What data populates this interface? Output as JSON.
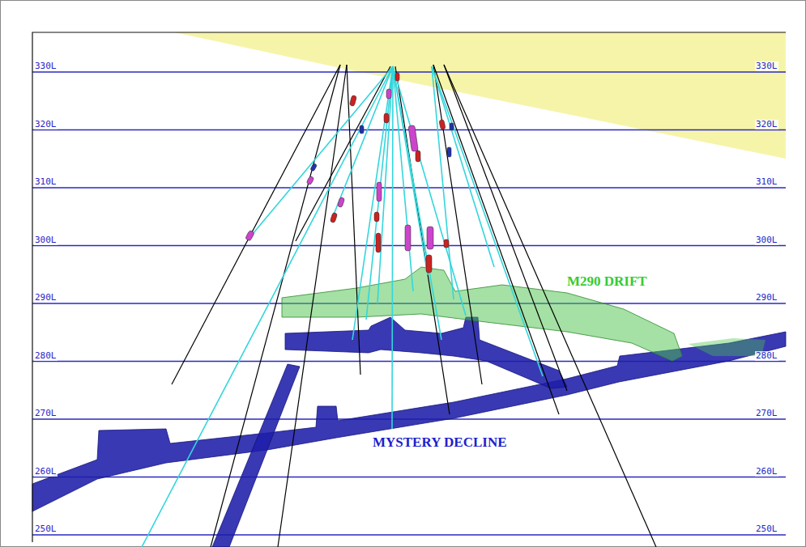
{
  "diagram": {
    "labels": [
      "330L",
      "330L",
      "320L",
      "320L",
      "310L",
      "310L",
      "300L",
      "300L",
      "290L",
      "290L",
      "280L",
      "280L",
      "270L",
      "270L",
      "260L",
      "260L",
      "250L",
      "250L",
      "M290 DRIFT",
      "MYSTERY DECLINE"
    ]
  }
}
